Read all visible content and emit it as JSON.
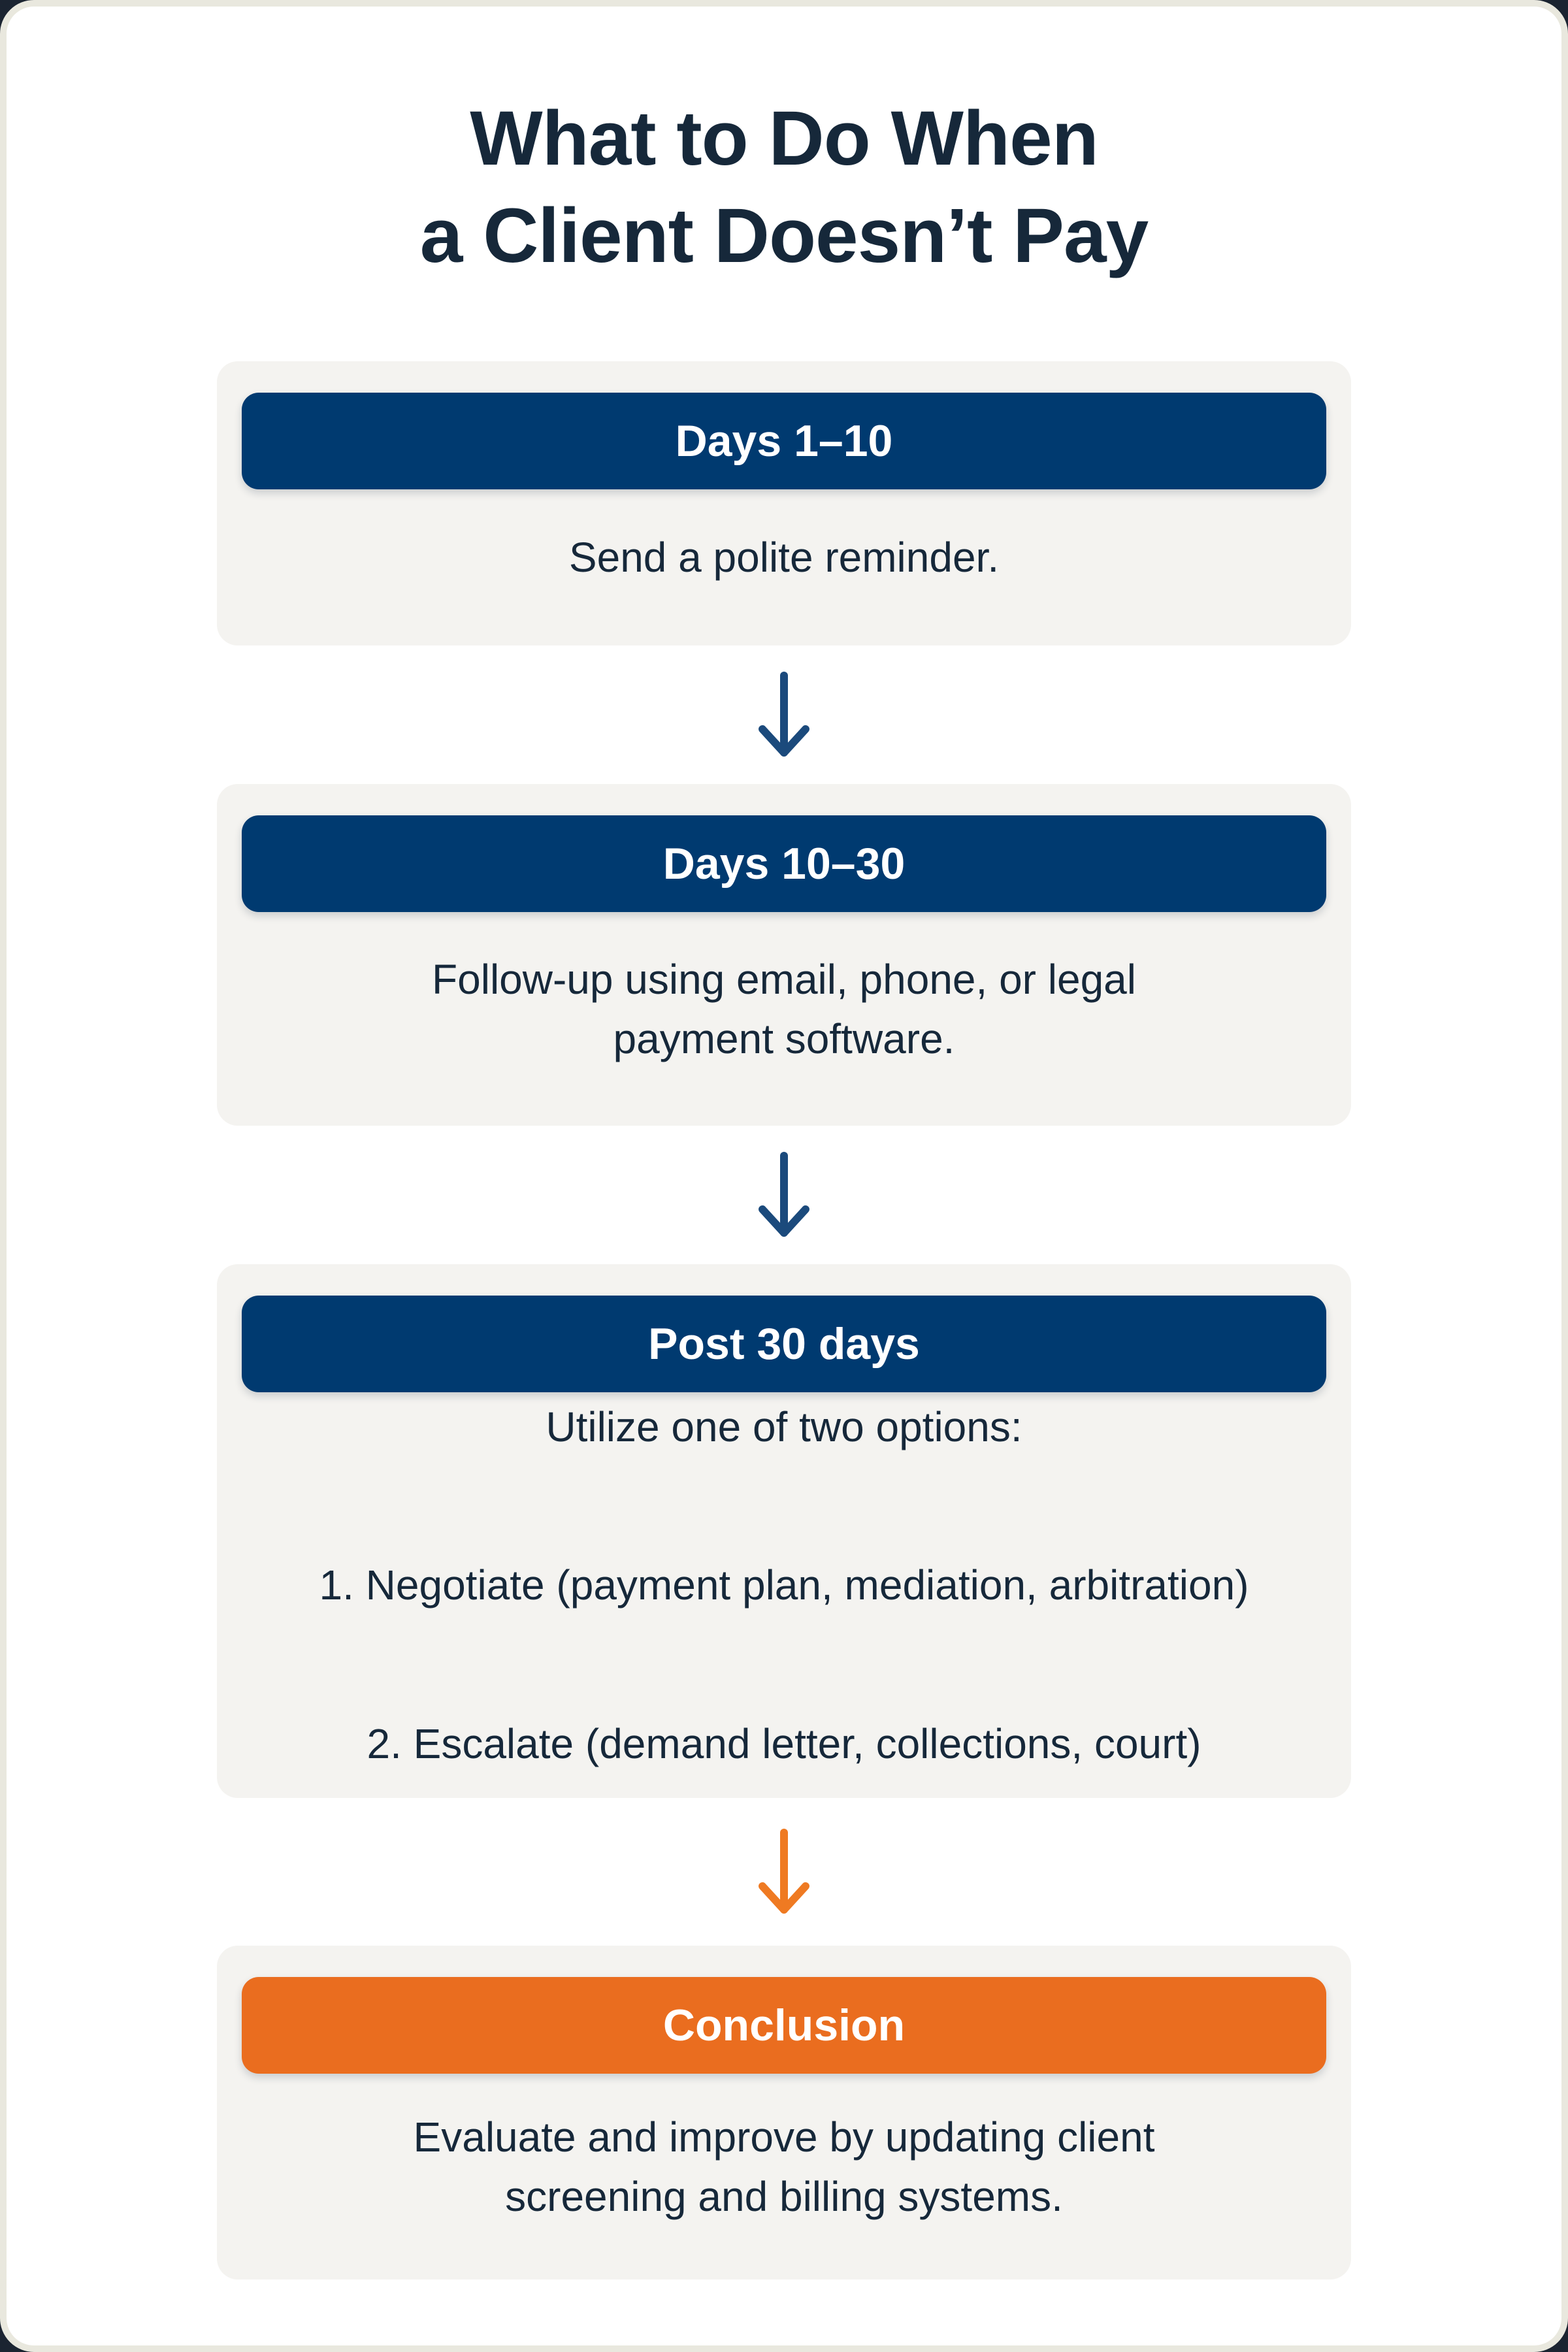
{
  "page": {
    "title_lines": [
      "What to Do When",
      "a Client Doesn’t Pay"
    ]
  },
  "colors": {
    "header_navy": "#003a70",
    "header_orange": "#ea6d1f",
    "card_background": "#f4f3f0",
    "text_dark_navy": "#16283a",
    "header_text": "#ffffff",
    "arrow_navy": "#1b4a7c",
    "arrow_orange": "#ef7a22",
    "page_border_cream": "#e9e8de"
  },
  "steps": [
    {
      "header": "Days 1–10",
      "body": [
        "Send a polite reminder."
      ]
    },
    {
      "header": "Days 10–30",
      "body": [
        "Follow-up using email, phone, or legal\npayment software."
      ]
    },
    {
      "header": "Post 30 days",
      "body": [
        "Utilize one of two options:",
        "1. Negotiate (payment plan, mediation, arbitration)",
        "2. Escalate (demand letter, collections, court)"
      ]
    },
    {
      "header": "Conclusion",
      "body": [
        "Evaluate and improve by updating client\nscreening and billing systems."
      ]
    }
  ]
}
